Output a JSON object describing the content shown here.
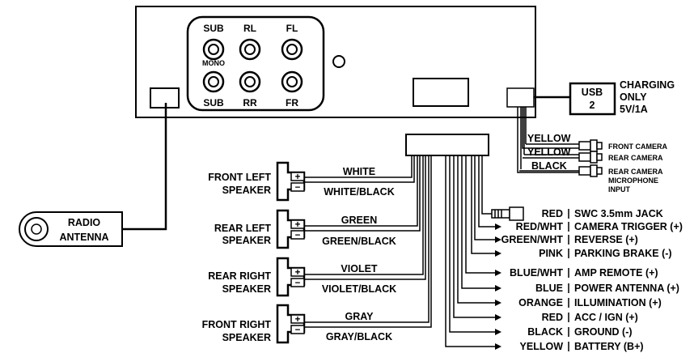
{
  "head_unit": {
    "rca": {
      "top": [
        "SUB",
        "RL",
        "FL"
      ],
      "mono": "MONO",
      "bottom": [
        "SUB",
        "RR",
        "FR"
      ]
    }
  },
  "usb": {
    "box": [
      "USB",
      "2"
    ],
    "note": [
      "CHARGING",
      "ONLY",
      "5V/1A"
    ]
  },
  "camera_wires": [
    "YELLOW",
    "YELLOW",
    "BLACK"
  ],
  "camera_labels": {
    "front": "FRONT CAMERA",
    "rear": "REAR CAMERA",
    "mic": [
      "REAR CAMERA",
      "MICROPHONE",
      "INPUT"
    ]
  },
  "antenna": [
    "RADIO",
    "ANTENNA"
  ],
  "speakers": [
    {
      "name": [
        "FRONT LEFT",
        "SPEAKER"
      ],
      "plus_wire": "WHITE",
      "minus_wire": "WHITE/BLACK"
    },
    {
      "name": [
        "REAR LEFT",
        "SPEAKER"
      ],
      "plus_wire": "GREEN",
      "minus_wire": "GREEN/BLACK"
    },
    {
      "name": [
        "REAR RIGHT",
        "SPEAKER"
      ],
      "plus_wire": "VIOLET",
      "minus_wire": "VIOLET/BLACK"
    },
    {
      "name": [
        "FRONT RIGHT",
        "SPEAKER"
      ],
      "plus_wire": "GRAY",
      "minus_wire": "GRAY/BLACK"
    }
  ],
  "terminal_marks": {
    "plus": "+",
    "minus": "−"
  },
  "harness": [
    {
      "color": "RED",
      "function": "SWC 3.5mm JACK"
    },
    {
      "color": "RED/WHT",
      "function": "CAMERA TRIGGER (+)"
    },
    {
      "color": "GREEN/WHT",
      "function": "REVERSE (+)"
    },
    {
      "color": "PINK",
      "function": "PARKING BRAKE (-)"
    },
    {
      "color": "BLUE/WHT",
      "function": "AMP REMOTE (+)"
    },
    {
      "color": "BLUE",
      "function": "POWER ANTENNA (+)"
    },
    {
      "color": "ORANGE",
      "function": "ILLUMINATION (+)"
    },
    {
      "color": "RED",
      "function": "ACC / IGN (+)"
    },
    {
      "color": "BLACK",
      "function": "GROUND (-)"
    },
    {
      "color": "YELLOW",
      "function": "BATTERY (B+)"
    }
  ]
}
